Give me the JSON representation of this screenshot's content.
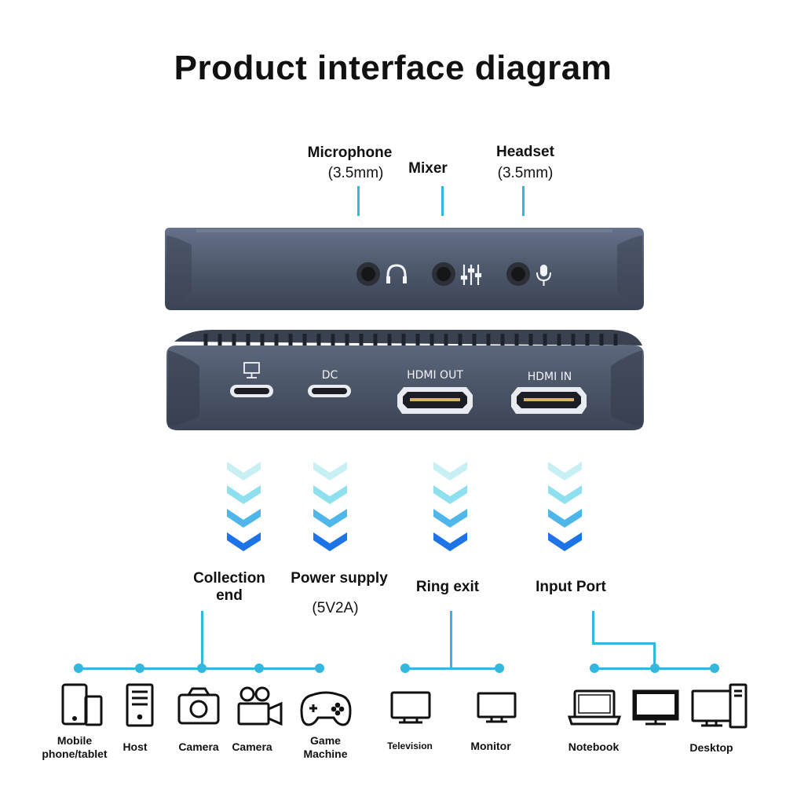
{
  "title": "Product interface diagram",
  "top_ports": {
    "microphone": {
      "name": "Microphone",
      "spec": "(3.5mm)"
    },
    "mixer": {
      "name": "Mixer"
    },
    "headset": {
      "name": "Headset",
      "spec": "(3.5mm)"
    }
  },
  "device_labels": {
    "dc": "DC",
    "hdmi_out": "HDMI OUT",
    "hdmi_in": "HDMI IN"
  },
  "port_functions": {
    "collection": "Collection\nend",
    "power": "Power supply",
    "power_spec": "(5V2A)",
    "ring": "Ring exit",
    "input": "Input Port"
  },
  "devices": {
    "mobile": "Mobile\nphone/tablet",
    "host": "Host",
    "camera1": "Camera",
    "camera2": "Camera",
    "game": "Game\nMachine",
    "television": "Television",
    "monitor": "Monitor",
    "notebook": "Notebook",
    "desktop": "Desktop"
  },
  "icons": [
    "headphone-icon",
    "mixer-icon",
    "microphone-icon",
    "monitor-icon",
    "mobile-icon",
    "host-icon",
    "camera-icon",
    "video-camera-icon",
    "gamepad-icon",
    "tv-icon",
    "notebook-icon",
    "desktop-icon"
  ],
  "colors": {
    "accent": "#33b7df",
    "chevron_light": "#c5eef3",
    "chevron_dark": "#1565e0",
    "device_body": "#4b5668"
  }
}
